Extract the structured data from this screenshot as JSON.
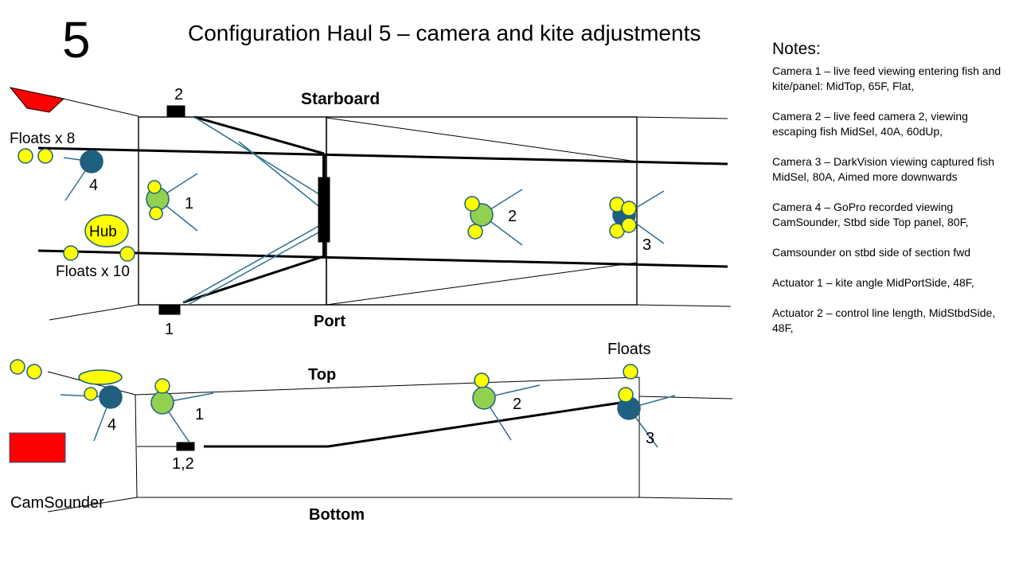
{
  "slide_number": "5",
  "title": "Configuration Haul 5 – camera and kite adjustments",
  "notes": {
    "heading": "Notes:",
    "items": [
      "Camera 1 – live feed viewing entering fish and kite/panel: MidTop, 65F, Flat,",
      "Camera 2 – live feed camera 2, viewing escaping fish MidSel, 40A, 60dUp,",
      "Camera 3 – DarkVision viewing captured fish MidSel, 80A, Aimed more downwards",
      "Camera 4 – GoPro recorded viewing CamSounder, Stbd side Top panel, 80F,",
      "Camsounder on stbd side of section fwd",
      "Actuator 1 – kite angle MidPortSide, 48F,",
      "Actuator 2 – control line length, MidStbdSide, 48F,"
    ]
  },
  "top_view": {
    "starboard_label": "Starboard",
    "port_label": "Port",
    "floats_upper_label": "Floats x 8",
    "floats_lower_label": "Floats x 10",
    "hub_label": "Hub",
    "actuator_top_label": "2",
    "actuator_bottom_label": "1",
    "camera_labels": [
      "1",
      "2",
      "3",
      "4"
    ]
  },
  "side_view": {
    "top_label": "Top",
    "bottom_label": "Bottom",
    "floats_label": "Floats",
    "camsounder_label": "CamSounder",
    "actuator_label": "1,2",
    "camera_labels": [
      "1",
      "2",
      "3",
      "4"
    ]
  },
  "colors": {
    "float": "#ffff00",
    "camera_green": "#92d050",
    "camera_blue": "#1f5f7f",
    "rope": "#2e6f8e",
    "marker_red": "#ff0000"
  }
}
